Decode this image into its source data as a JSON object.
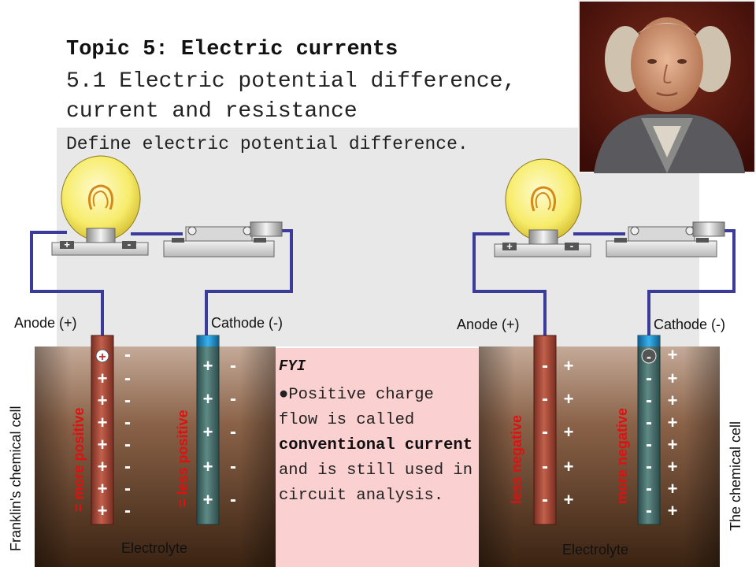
{
  "slide": {
    "title": "Topic 5: Electric currents",
    "subtitle_line1": "5.1 Electric potential difference,",
    "subtitle_line2": "current and resistance",
    "objective": "Define electric potential difference."
  },
  "left_cell": {
    "anode_label": "Anode (+)",
    "cathode_label": "Cathode (-)",
    "electrolyte_label": "Electrolyte",
    "side_label": "Franklin's chemical cell",
    "anode_note": "= more positive",
    "cathode_note": "= less positive",
    "bulb_plus": "+",
    "bulb_minus": "-",
    "anode_badge": "+"
  },
  "right_cell": {
    "anode_label": "Anode (+)",
    "cathode_label": "Cathode (-)",
    "electrolyte_label": "Electrolyte",
    "side_label": "The chemical cell",
    "anode_note": "less negative",
    "cathode_note": "more negative",
    "bulb_plus": "+",
    "bulb_minus": "-",
    "cathode_badge": "-"
  },
  "fyi": {
    "heading": "FYI",
    "bullet": "●",
    "text_before": "Positive charge flow is called ",
    "emphasis": "conventional current",
    "text_after": " and is still used in circuit analysis."
  },
  "colors": {
    "wire": "#3b3b9a",
    "anode_rod": "#a94a3a",
    "cathode_rod": "#3f6b68",
    "cathode_cap": "#1e8fd0",
    "electrolyte_top": "#c4aa98",
    "electrolyte_bottom": "#3a2312",
    "fyi_background": "#fbd0d0",
    "panel_background": "#e8e8e8",
    "note_color": "#e01010"
  },
  "portrait": {
    "icon": "portrait-painting"
  }
}
